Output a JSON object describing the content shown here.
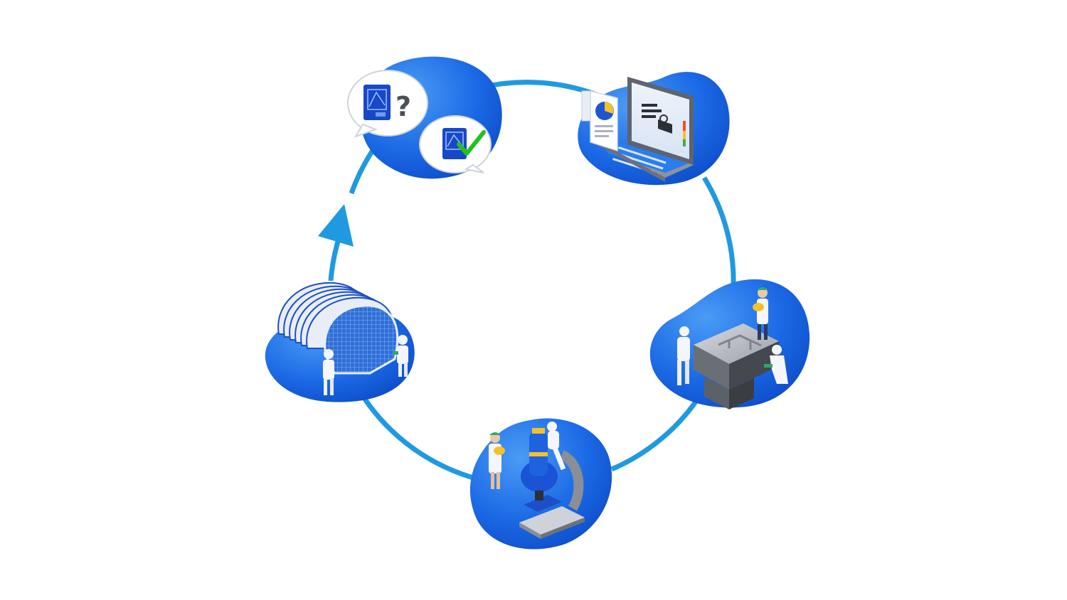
{
  "diagram": {
    "type": "cycle",
    "direction": "clockwise",
    "stages": [
      {
        "id": "design-review",
        "icon": "speech-bubbles-question-check-icon"
      },
      {
        "id": "data-analysis",
        "icon": "laptop-report-icon"
      },
      {
        "id": "mask-fabrication",
        "icon": "stepped-block-workers-icon"
      },
      {
        "id": "microscope-inspection",
        "icon": "microscope-workers-icon"
      },
      {
        "id": "wafer-production",
        "icon": "wafer-stack-workers-icon"
      }
    ],
    "question_mark": "?",
    "colors": {
      "ring": "#1f9ae0",
      "blob_light": "#3d8ef0",
      "blob_dark": "#0b4fd0",
      "check": "#22c11c",
      "worker_suit": "#f4f6fb"
    }
  }
}
